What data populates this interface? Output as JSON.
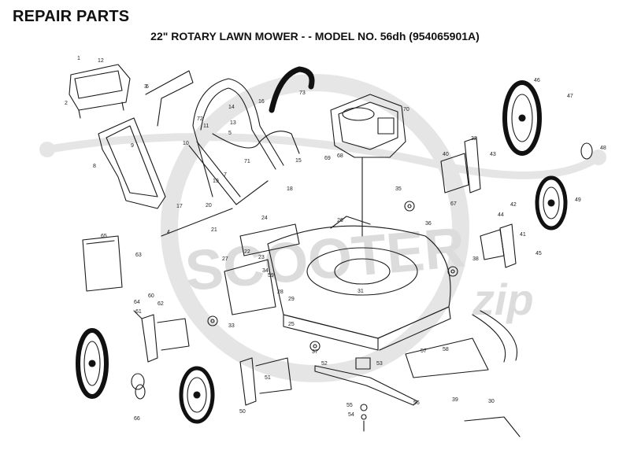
{
  "header": {
    "title": "REPAIR PARTS",
    "subtitle": "22\" ROTARY LAWN MOWER - - MODEL NO. 56dh (954065901A)"
  },
  "watermark": {
    "text": "SCOOTER",
    "suffix": "zip"
  },
  "callouts": [
    "1",
    "12",
    "2",
    "3",
    "73",
    "70",
    "46",
    "47",
    "48",
    "49",
    "16",
    "14",
    "15",
    "11",
    "13",
    "5",
    "8",
    "9",
    "10",
    "71",
    "7",
    "17",
    "4",
    "20",
    "21",
    "18",
    "24",
    "26",
    "22",
    "23",
    "19",
    "69",
    "68",
    "40",
    "32",
    "43",
    "44",
    "45",
    "41",
    "42",
    "25",
    "35",
    "36",
    "37",
    "38",
    "34",
    "59",
    "65",
    "63",
    "64",
    "62",
    "61",
    "60",
    "33",
    "27",
    "28",
    "29",
    "31",
    "30",
    "39",
    "50",
    "51",
    "52",
    "53",
    "54",
    "55",
    "56",
    "57",
    "58",
    "66",
    "67",
    "72",
    "6",
    "3"
  ],
  "colors": {
    "line": "#1a1a1a",
    "watermark": "#d9d9d9",
    "text": "#111111"
  }
}
